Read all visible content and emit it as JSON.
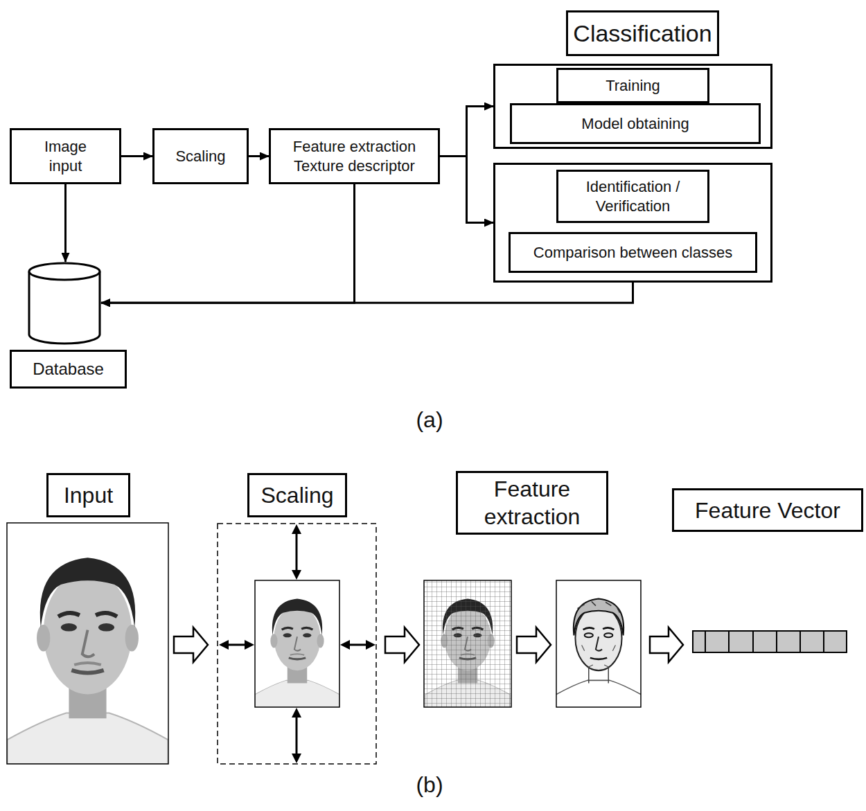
{
  "diagram": {
    "nodes": [
      {
        "text": [
          "Image input"
        ]
      },
      {
        "text": [
          "Scaling"
        ]
      },
      {
        "text": [
          "Feature extraction Texture descriptor"
        ]
      },
      {
        "text": [
          "Classification"
        ]
      },
      {},
      {
        "text": [
          "Training"
        ],
        "in": 4
      },
      {
        "text": [
          "Model obtaining"
        ],
        "in": 4
      },
      {},
      {
        "text": [
          "Identification / Verification"
        ],
        "in": 7
      },
      {
        "text": [
          "Comparison between classes"
        ],
        "in": 7
      },
      {},
      {
        "text": [
          "Database"
        ]
      },
      {
        "text": [
          "Input"
        ]
      },
      {
        "text": [
          "Scaling"
        ]
      },
      {
        "text": [
          "Feature extraction"
        ]
      },
      {
        "text": [
          "Feature Vector"
        ]
      }
    ],
    "edges": [
      {
        "from": 0,
        "to": 1,
        "arrow": "to"
      },
      {
        "from": 1,
        "to": 2,
        "arrow": "to"
      },
      {
        "from": 2,
        "to": 4,
        "arrow": "to"
      },
      {
        "from": 2,
        "to": 7,
        "arrow": "to"
      },
      {
        "from": 0,
        "to": 10,
        "arrow": "to"
      },
      {
        "from": 2,
        "to": 10,
        "arrow": "to"
      },
      {
        "from": 7,
        "to": 10,
        "arrow": "to"
      }
    ],
    "labels": [
      "(a)",
      "(b)"
    ]
  }
}
